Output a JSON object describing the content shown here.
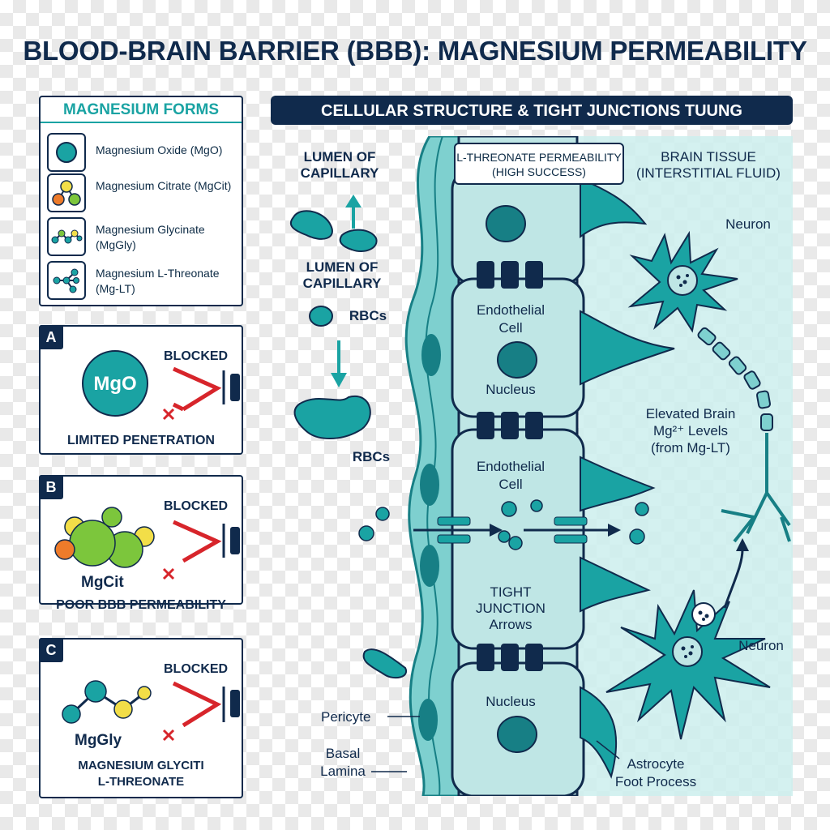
{
  "title": "BLOOD-BRAIN BARRIER (BBB): MAGNESIUM PERMEABILITY",
  "colors": {
    "navy": "#102a4c",
    "teal": "#1aa3a3",
    "dark_teal": "#177f85",
    "red": "#d7252b",
    "orange": "#ee7b2a",
    "green": "#7cc63c",
    "yellow": "#f2de48"
  },
  "legend": {
    "heading": "MAGNESIUM FORMS",
    "items": [
      {
        "label": "Magnesium Oxide (MgO)",
        "icon": "single-sphere-icon"
      },
      {
        "label": "Magnesium Citrate (MgCit)",
        "icon": "three-sphere-molecule-icon"
      },
      {
        "label": "Magnesium Glycinate (MgGly)",
        "icon": "chain-molecule-icon"
      },
      {
        "label": "Magnesium L-Threonate (Mg-LT)",
        "icon": "branched-molecule-icon"
      }
    ]
  },
  "panels": [
    {
      "letter": "A",
      "blocked": "BLOCKED",
      "molecule_label": "MgO",
      "caption": "LIMITED PENETRATION"
    },
    {
      "letter": "B",
      "blocked": "BLOCKED",
      "molecule_label": "MgCit",
      "caption": "POOR BBB PERMEABILITY"
    },
    {
      "letter": "C",
      "blocked": "BLOCKED",
      "molecule_label": "MgGly",
      "caption_line1": "MAGNESIUM GLYCITI",
      "caption_line2": "L-THREONATE"
    }
  ],
  "diagram": {
    "banner": "CELLULAR STRUCTURE & TIGHT JUNCTIONS TUUNG",
    "lumen_top": "LUMEN OF CAPILLARY",
    "lumen_mid": "LUMEN OF CAPILLARY",
    "rbcs_1": "RBCs",
    "rbcs_2": "RBCs",
    "permeability_box_line1": "L-THREONATE PERMEABILITY",
    "permeability_box_line2": "(HIGH SUCCESS)",
    "brain_tissue_line1": "BRAIN TISSUE",
    "brain_tissue_line2": "(INTERSTITIAL FLUID)",
    "neuron_1": "Neuron",
    "neuron_2": "Neuron",
    "endothelial_1_line1": "Endothelial",
    "endothelial_1_line2": "Cell",
    "endothelial_2_line1": "Endothelial",
    "endothelial_2_line2": "Cell",
    "nucleus_1": "Nucleus",
    "nucleus_2": "Nucleus",
    "tight_junction_line1": "TIGHT",
    "tight_junction_line2": "JUNCTION",
    "tight_junction_line3": "Arrows",
    "elevated_line1": "Elevated Brain",
    "elevated_line2": "Mg²⁺ Levels",
    "elevated_line3": "(from Mg-LT)",
    "pericyte": "Pericyte",
    "basal_line1": "Basal",
    "basal_line2": "Lamina",
    "astrocyte_line1": "Astrocyte",
    "astrocyte_line2": "Foot Process"
  }
}
